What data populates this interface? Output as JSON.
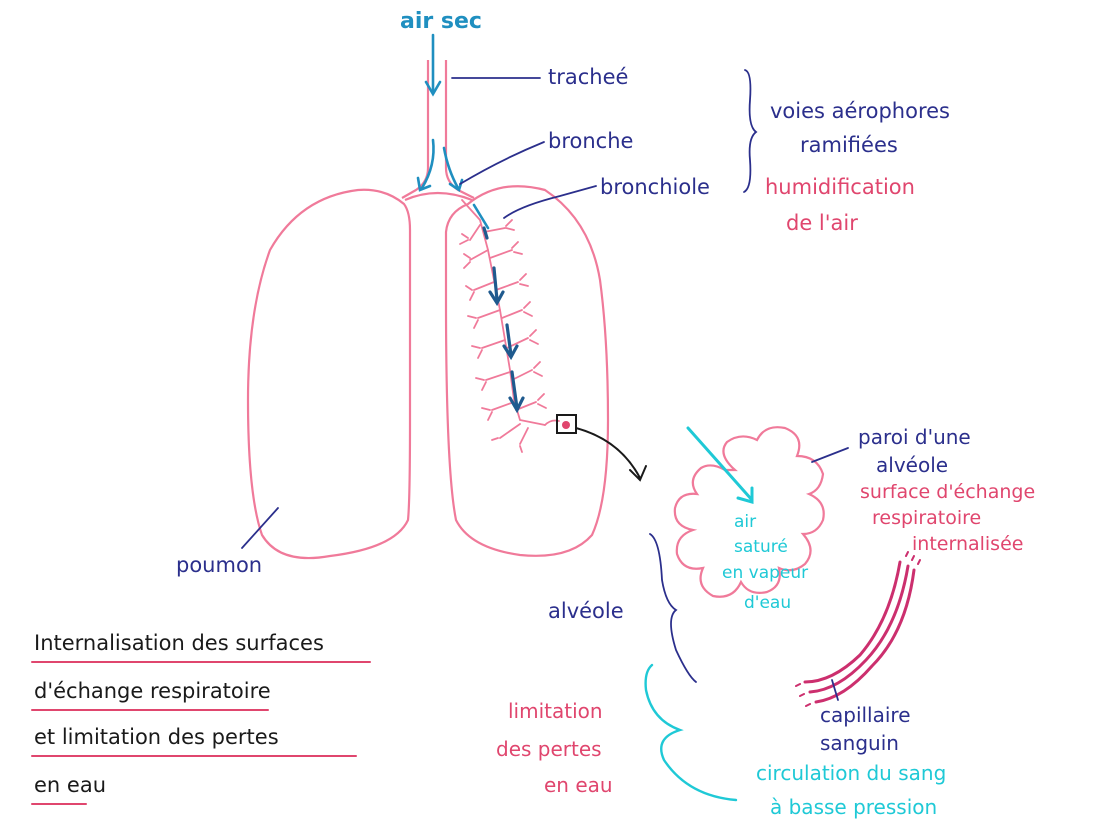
{
  "labels": {
    "air_sec": "air sec",
    "trachee": "tracheé",
    "bronche": "bronche",
    "bronchiole": "bronchiole",
    "voies_line1": "voies aérophores",
    "voies_line2": "ramifiées",
    "humid_line1": "humidification",
    "humid_line2": "de l'air",
    "poumon": "poumon",
    "paroi_line1": "paroi d'une",
    "paroi_line2": "alvéole",
    "surface_line1": "surface d'échange",
    "surface_line2": "respiratoire",
    "surface_line3": "internalisée",
    "air_sat_line1": "air",
    "air_sat_line2": "saturé",
    "air_sat_line3": "en vapeur",
    "air_sat_line4": "d'eau",
    "alveole": "alvéole",
    "capillaire_line1": "capillaire",
    "capillaire_line2": "sanguin",
    "circulation_line1": "circulation du sang",
    "circulation_line2": "à basse pression",
    "limitation_line1": "limitation",
    "limitation_line2": "des pertes",
    "limitation_line3": "en eau",
    "title_line1": "Internalisation des surfaces",
    "title_line2": "d'échange respiratoire",
    "title_line3": "et limitation des pertes",
    "title_line4": "en eau"
  },
  "colors": {
    "navy": "#2b2f8c",
    "pink": "#e0466e",
    "lung_pink": "#f07a9a",
    "cyan": "#1fc9d6",
    "teal": "#1f8fc0",
    "black": "#1a1a1a",
    "capillary": "#cc2f6e"
  }
}
